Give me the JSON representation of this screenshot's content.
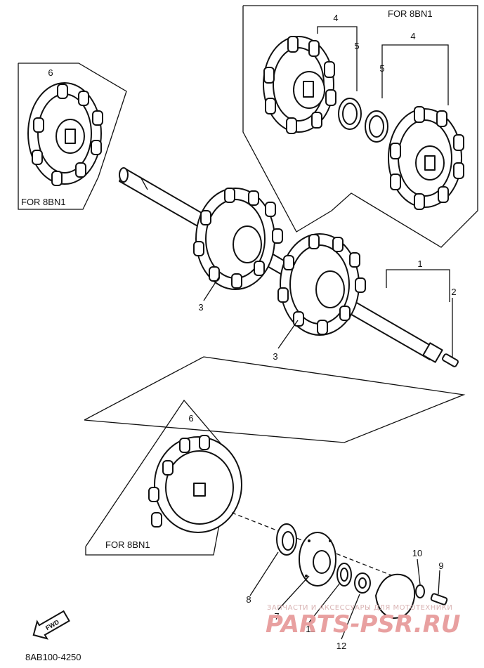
{
  "variant_labels": {
    "top_right": "FOR 8BN1",
    "left": "FOR 8BN1",
    "bottom": "FOR 8BN1"
  },
  "callouts": [
    "1",
    "2",
    "3",
    "3",
    "4",
    "4",
    "5",
    "5",
    "6",
    "6",
    "7",
    "8",
    "9",
    "10",
    "11",
    "12"
  ],
  "fwd_label": "FWD",
  "diagram_code": "8AB100-4250",
  "watermark": {
    "small_text": "ЗАПЧАСТИ И АКСЕССУАРЫ ДЛЯ МОТОТЕХНИКИ",
    "big_text": "PARTS-PSR.RU"
  }
}
